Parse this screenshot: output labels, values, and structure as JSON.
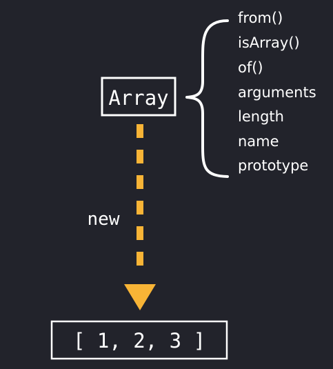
{
  "diagram": {
    "source_label": "Array",
    "static_members": [
      "from()",
      "isArray()",
      "of()",
      "arguments",
      "length",
      "name",
      "prototype"
    ],
    "edge_label": "new",
    "result_label": "[ 1, 2, 3 ]"
  },
  "colors": {
    "background": "#22232b",
    "text": "#ffffff",
    "box_stroke": "#ffffff",
    "arrow": "#f8b436"
  }
}
